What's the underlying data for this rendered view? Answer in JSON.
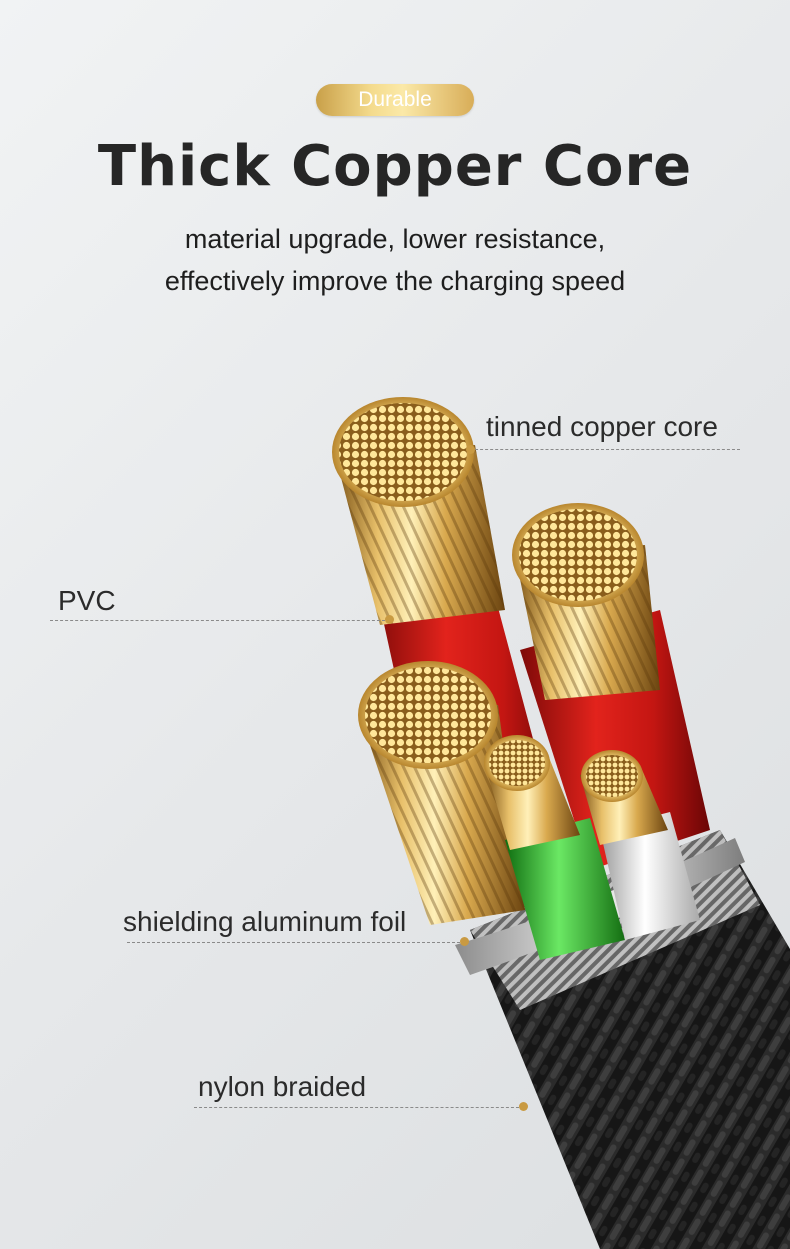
{
  "badge": "Durable",
  "title": "Thick Copper Core",
  "subtitle": {
    "line1": "material upgrade, lower resistance,",
    "line2": "effectively improve the charging speed"
  },
  "callouts": {
    "core": "tinned copper core",
    "pvc": "PVC",
    "foil": "shielding aluminum foil",
    "braid": "nylon braided"
  },
  "colors": {
    "gold": "#c99a42",
    "red_insulation": "#d01a16",
    "green_insulation": "#2fbf2a",
    "white_insulation": "#e8e8e8",
    "braid": "#1a1a1a",
    "text": "#262626"
  }
}
